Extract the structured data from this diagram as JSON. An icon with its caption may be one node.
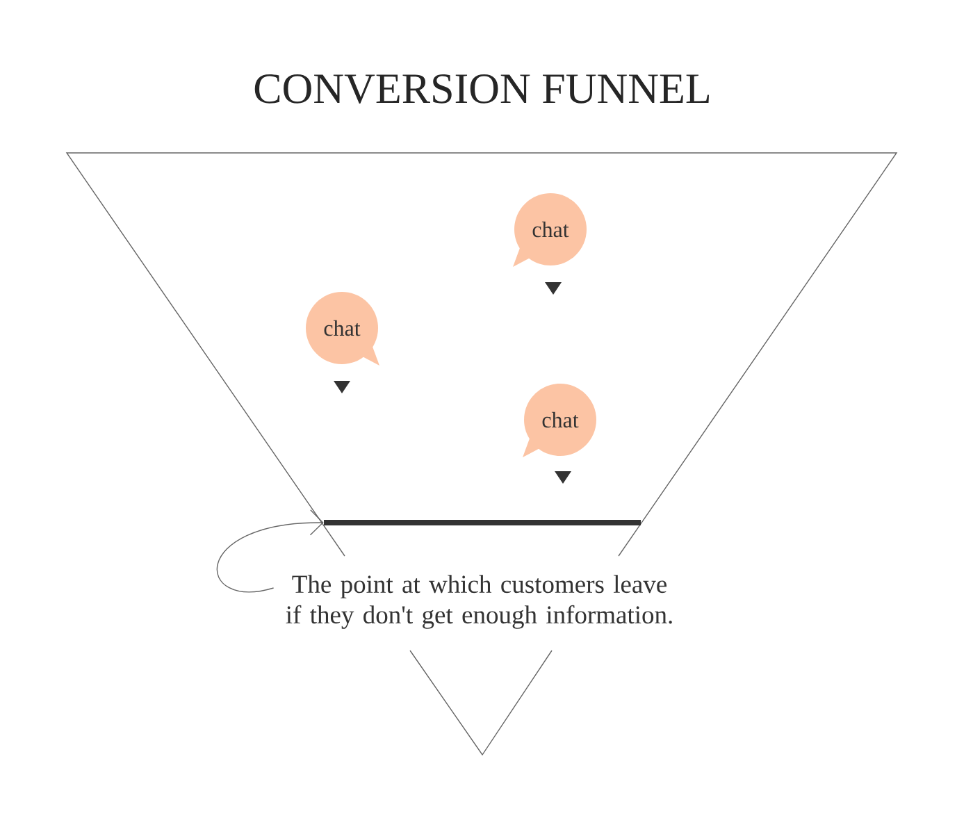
{
  "diagram": {
    "title": "CONVERSION FUNNEL",
    "nodes": [
      {
        "text": [
          "chat"
        ]
      },
      {
        "text": [
          "chat"
        ]
      },
      {
        "text": [
          "chat"
        ]
      },
      {
        "text": [
          "The point at which customers leave if they don't get enough information."
        ]
      },
      {
        "text": [],
        "shape": "bar"
      }
    ],
    "edges": [
      {
        "from": 3,
        "to": 4,
        "arrow": "to"
      }
    ]
  }
}
